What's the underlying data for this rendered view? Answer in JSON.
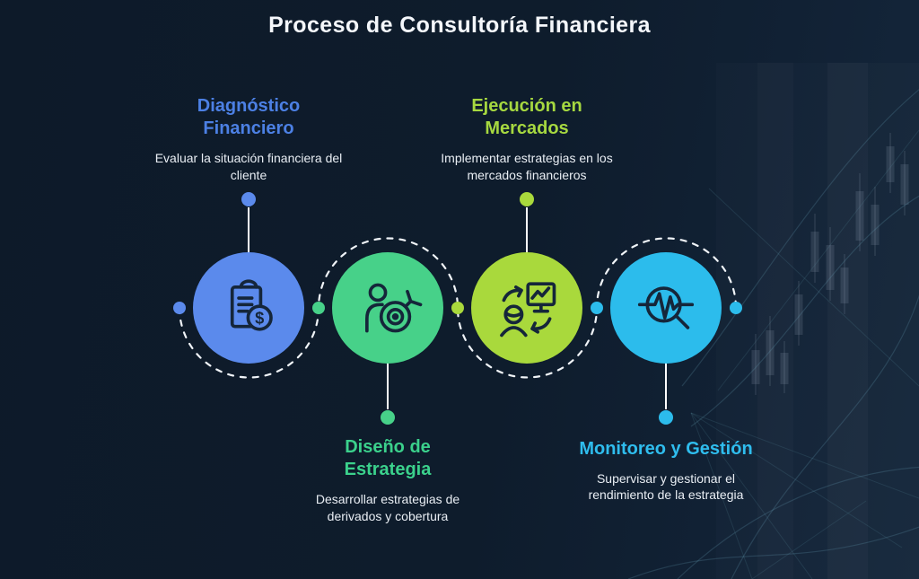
{
  "page": {
    "title": "Proceso de Consultoría Financiera"
  },
  "steps": [
    {
      "title": "Diagnóstico Financiero",
      "description": "Evaluar la situación financiera del cliente",
      "accent_color": "#4c80e4",
      "circle_color": "#5b8aec",
      "icon": "clipboard-dollar-icon",
      "label_position": "above"
    },
    {
      "title": "Diseño de Estrategia",
      "description": "Desarrollar estrategias de derivados y cobertura",
      "accent_color": "#3bd18c",
      "circle_color": "#47d189",
      "icon": "person-target-icon",
      "label_position": "below"
    },
    {
      "title": "Ejecución en Mercados",
      "description": "Implementar estrategias en los mercados financieros",
      "accent_color": "#a6d840",
      "circle_color": "#a9d93c",
      "icon": "exchange-monitor-icon",
      "label_position": "above"
    },
    {
      "title": "Monitoreo y Gestión",
      "description": "Supervisar y gestionar el rendimiento de la estrategia",
      "accent_color": "#2fbdee",
      "circle_color": "#2cbcec",
      "icon": "magnifier-pulse-icon",
      "label_position": "below"
    }
  ],
  "colors": {
    "background": "#0e1c2c",
    "title_text": "#f4f7fb",
    "description_text": "#e9eef4",
    "dashed_path": "#f0f4f8",
    "connector_stem": "#ffffff",
    "icon_stroke": "#15263a"
  }
}
